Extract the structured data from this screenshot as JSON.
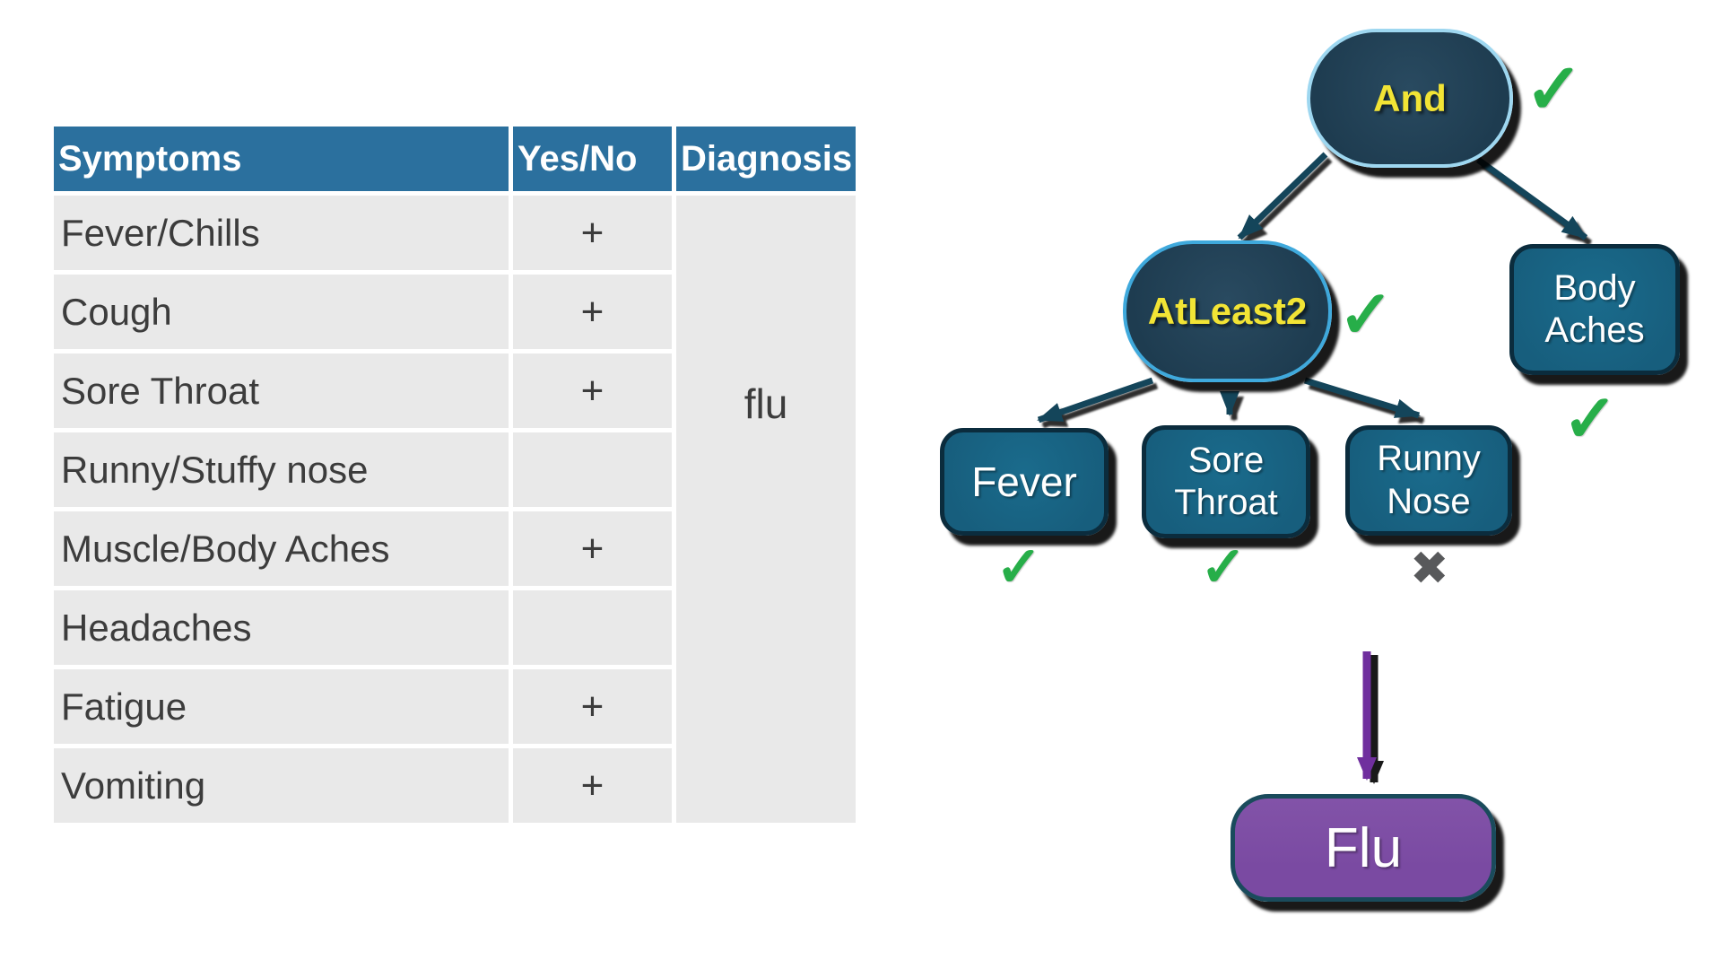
{
  "table": {
    "headers": {
      "symptoms": "Symptoms",
      "yes_no": "Yes/No",
      "diagnosis": "Diagnosis"
    },
    "rows": [
      {
        "symptom": "Fever/Chills",
        "value": "+"
      },
      {
        "symptom": "Cough",
        "value": "+"
      },
      {
        "symptom": "Sore Throat",
        "value": "+"
      },
      {
        "symptom": "Runny/Stuffy nose",
        "value": ""
      },
      {
        "symptom": "Muscle/Body Aches",
        "value": "+"
      },
      {
        "symptom": "Headaches",
        "value": ""
      },
      {
        "symptom": "Fatigue",
        "value": "+"
      },
      {
        "symptom": "Vomiting",
        "value": "+"
      }
    ],
    "diagnosis_value": "flu"
  },
  "tree": {
    "and_label": "And",
    "atleast2_label": "AtLeast2",
    "body_aches_label": "Body Aches",
    "fever_label": "Fever",
    "sore_throat_label": "Sore Throat",
    "runny_nose_label": "Runny Nose",
    "flu_label": "Flu",
    "check_glyph": "✓",
    "cross_glyph": "✖"
  },
  "colors": {
    "header-blue": "#2B709E",
    "row-gray": "#E9E9E9",
    "cell-text": "#3C3C3C",
    "op-fill": "#1E3C50",
    "and-border": "#9ED7F0",
    "atleast2-border": "#3FA9DC",
    "leaf-fill": "#175E7D",
    "leaf-border": "#0B2C3D",
    "label-yellow": "#F2E435",
    "check-green": "#27AE49",
    "cross-gray": "#58595B",
    "flu-fill": "#7A4AA2",
    "flu-border": "#1A4B5C",
    "edge-teal": "#14455A",
    "arrow-purple": "#702F9E"
  }
}
